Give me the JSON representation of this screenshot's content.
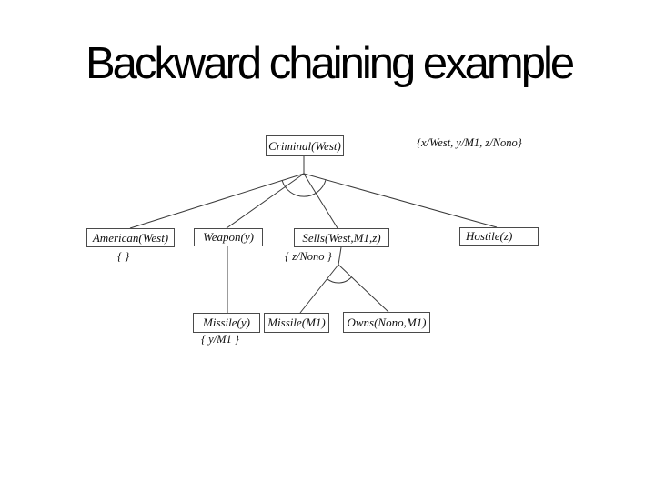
{
  "slide": {
    "title": "Backward chaining example",
    "background_color": "#ffffff",
    "text_color": "#111111",
    "line_color": "#3a3a3a"
  },
  "diagram": {
    "type": "backward-chaining-proof-tree",
    "root_substitution": "{x/West, y/M1, z/Nono}",
    "nodes": {
      "criminal": {
        "label": "Criminal(West)"
      },
      "american": {
        "label": "American(West)",
        "substitution": "{ }"
      },
      "weapon": {
        "label": "Weapon(y)"
      },
      "sells": {
        "label": "Sells(West,M1,z)",
        "substitution": "{ z/Nono }"
      },
      "hostile": {
        "label": "Hostile(z)"
      },
      "missile_y": {
        "label": "Missile(y)",
        "substitution": "{ y/M1 }"
      },
      "missile_m1": {
        "label": "Missile(M1)"
      },
      "owns": {
        "label": "Owns(Nono,M1)"
      }
    },
    "edges": [
      [
        "criminal",
        "american"
      ],
      [
        "criminal",
        "weapon"
      ],
      [
        "criminal",
        "sells"
      ],
      [
        "criminal",
        "hostile"
      ],
      [
        "weapon",
        "missile_y"
      ],
      [
        "sells",
        "missile_m1"
      ],
      [
        "sells",
        "owns"
      ]
    ],
    "and_arcs": [
      "criminal-children",
      "sells-children"
    ]
  }
}
